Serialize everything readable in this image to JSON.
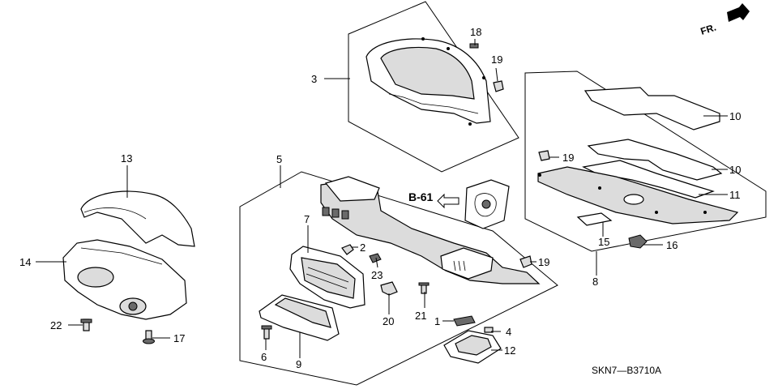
{
  "diagram": {
    "direction": "FR.",
    "reference": "B-61",
    "code": "SKN7—B3710A",
    "callouts": {
      "c1": "1",
      "c2": "2",
      "c3": "3",
      "c4": "4",
      "c5": "5",
      "c6": "6",
      "c7": "7",
      "c8": "8",
      "c9": "9",
      "c10a": "10",
      "c10b": "10",
      "c11": "11",
      "c12": "12",
      "c13": "13",
      "c14": "14",
      "c15": "15",
      "c16": "16",
      "c17": "17",
      "c18": "18",
      "c19a": "19",
      "c19b": "19",
      "c19c": "19",
      "c20": "20",
      "c21": "21",
      "c22": "22",
      "c23": "23"
    }
  }
}
